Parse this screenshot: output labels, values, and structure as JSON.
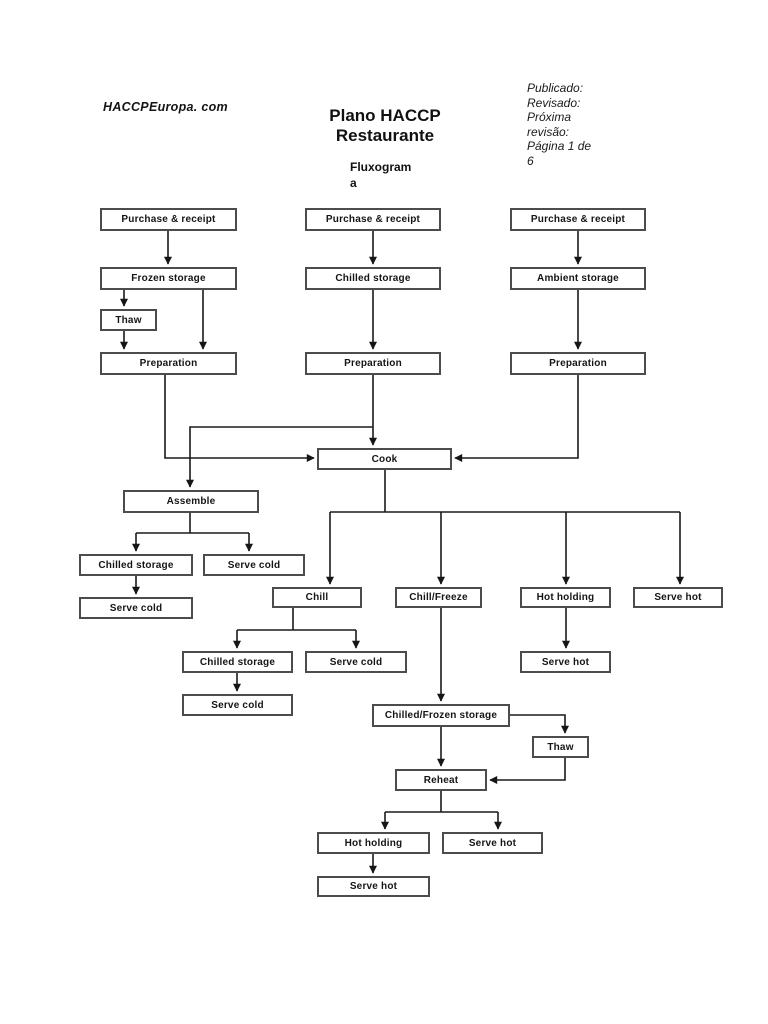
{
  "header": {
    "site": "HACCPEuropa. com",
    "title_lines": [
      "Plano HACCP",
      "Restaurante"
    ],
    "subtitle_lines": [
      "Fluxogram",
      "a"
    ],
    "meta_lines": [
      "Publicado:",
      "Revisado:",
      "Próxima",
      "revisão:",
      "Página 1 de",
      "6"
    ]
  },
  "flowchart": {
    "nodes": {
      "purchase_left": "Purchase & receipt",
      "purchase_mid": "Purchase & receipt",
      "purchase_right": "Purchase & receipt",
      "frozen_storage": "Frozen storage",
      "chilled_storage_top": "Chilled storage",
      "ambient_storage": "Ambient storage",
      "thaw_top": "Thaw",
      "prep_left": "Preparation",
      "prep_mid": "Preparation",
      "prep_right": "Preparation",
      "cook": "Cook",
      "assemble": "Assemble",
      "chilled_storage_left": "Chilled storage",
      "serve_cold_left_top": "Serve cold",
      "serve_cold_left_bottom": "Serve cold",
      "chill": "Chill",
      "chill_freeze": "Chill/Freeze",
      "hot_holding_mid": "Hot holding",
      "serve_hot_right": "Serve hot",
      "chilled_storage_mid": "Chilled storage",
      "serve_cold_mid": "Serve cold",
      "serve_hot_mid": "Serve hot",
      "serve_cold_bottom": "Serve cold",
      "chilled_frozen_storage": "Chilled/Frozen storage",
      "thaw_bottom": "Thaw",
      "reheat": "Reheat",
      "hot_holding_bottom": "Hot holding",
      "serve_hot_bottom_right": "Serve hot",
      "serve_hot_bottom": "Serve hot"
    },
    "edges": [
      {
        "from": "purchase_left",
        "to": "frozen_storage"
      },
      {
        "from": "purchase_mid",
        "to": "chilled_storage_top"
      },
      {
        "from": "purchase_right",
        "to": "ambient_storage"
      },
      {
        "from": "frozen_storage",
        "to": "thaw_top"
      },
      {
        "from": "frozen_storage",
        "to": "prep_left"
      },
      {
        "from": "thaw_top",
        "to": "prep_left"
      },
      {
        "from": "chilled_storage_top",
        "to": "prep_mid"
      },
      {
        "from": "ambient_storage",
        "to": "prep_right"
      },
      {
        "from": "prep_left",
        "to": "cook"
      },
      {
        "from": "prep_mid",
        "to": "cook"
      },
      {
        "from": "prep_mid",
        "to": "assemble"
      },
      {
        "from": "prep_right",
        "to": "cook"
      },
      {
        "from": "cook",
        "to": "chill"
      },
      {
        "from": "cook",
        "to": "chill_freeze"
      },
      {
        "from": "cook",
        "to": "hot_holding_mid"
      },
      {
        "from": "cook",
        "to": "serve_hot_right"
      },
      {
        "from": "assemble",
        "to": "chilled_storage_left"
      },
      {
        "from": "assemble",
        "to": "serve_cold_left_top"
      },
      {
        "from": "chilled_storage_left",
        "to": "serve_cold_left_bottom"
      },
      {
        "from": "chill",
        "to": "chilled_storage_mid"
      },
      {
        "from": "chill",
        "to": "serve_cold_mid"
      },
      {
        "from": "chilled_storage_mid",
        "to": "serve_cold_bottom"
      },
      {
        "from": "chill_freeze",
        "to": "chilled_frozen_storage"
      },
      {
        "from": "hot_holding_mid",
        "to": "serve_hot_mid"
      },
      {
        "from": "chilled_frozen_storage",
        "to": "thaw_bottom"
      },
      {
        "from": "chilled_frozen_storage",
        "to": "reheat"
      },
      {
        "from": "thaw_bottom",
        "to": "reheat"
      },
      {
        "from": "reheat",
        "to": "hot_holding_bottom"
      },
      {
        "from": "reheat",
        "to": "serve_hot_bottom_right"
      },
      {
        "from": "hot_holding_bottom",
        "to": "serve_hot_bottom"
      }
    ]
  }
}
